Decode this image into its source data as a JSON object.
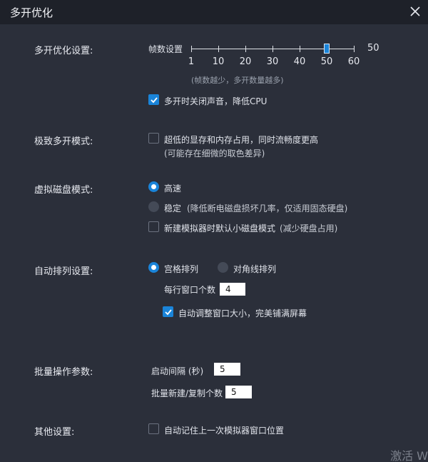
{
  "window": {
    "title": "多开优化",
    "close_icon": "close-icon"
  },
  "multi_open": {
    "label": "多开优化设置:",
    "frame_rate_label": "帧数设置",
    "slider": {
      "ticks": [
        "1",
        "10",
        "20",
        "30",
        "40",
        "50",
        "60"
      ],
      "current_value": "50",
      "value": 50,
      "min": 1,
      "max": 60
    },
    "hint": "(帧数越少，多开数量越多)",
    "mute": {
      "text": "多开时关闭声音，降低CPU",
      "checked": true
    }
  },
  "extreme_mode": {
    "label": "极致多开模式:",
    "option": {
      "text": "超低的显存和内存占用，同时流畅度更高",
      "checked": false
    },
    "note": "(可能存在细微的取色差异)"
  },
  "virtual_disk": {
    "label": "虚拟磁盘模式:",
    "fast": {
      "text": "高速",
      "selected": true
    },
    "stable": {
      "text": "稳定",
      "note": "(降低断电磁盘损坏几率，仅适用固态硬盘)",
      "selected": false
    },
    "small_disk": {
      "text": "新建模拟器时默认小磁盘模式",
      "note": "(减少硬盘占用)",
      "checked": false
    }
  },
  "auto_arrange": {
    "label": "自动排列设置:",
    "grid": {
      "text": "宫格排列",
      "selected": true
    },
    "diagonal": {
      "text": "对角线排列",
      "selected": false
    },
    "per_row_label": "每行窗口个数",
    "per_row_value": "4",
    "auto_resize": {
      "text": "自动调整窗口大小，完美铺满屏幕",
      "checked": true
    }
  },
  "batch": {
    "label": "批量操作参数:",
    "interval_label": "启动间隔 (秒)",
    "interval_value": "5",
    "batch_label": "批量新建/复制个数",
    "batch_value": "5"
  },
  "other": {
    "label": "其他设置:",
    "remember": {
      "text": "自动记住上一次模拟器窗口位置",
      "checked": false
    }
  },
  "watermark": "激活 W"
}
